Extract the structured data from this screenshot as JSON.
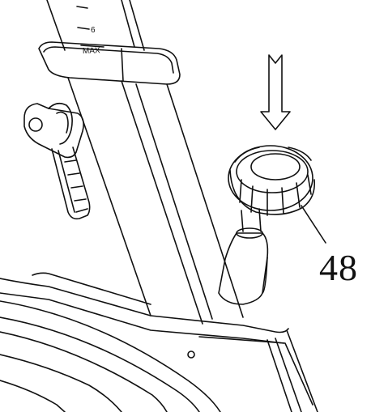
{
  "diagram": {
    "part_number": "48",
    "scale_mark_max": "MAX",
    "scale_mark_number": "6",
    "line_color": "#111111",
    "background_color": "#ffffff",
    "arrow_direction": "down"
  }
}
